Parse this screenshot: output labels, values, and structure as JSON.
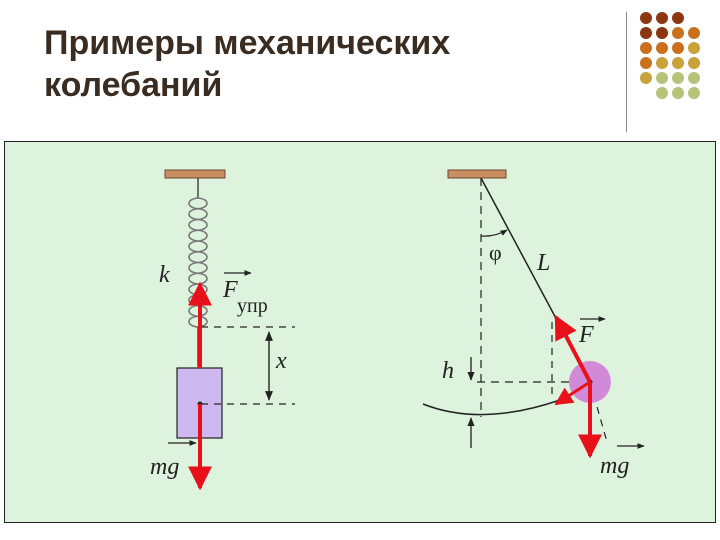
{
  "slide": {
    "title_line1": "Примеры механических",
    "title_line2": "колебаний"
  },
  "colors": {
    "title": "#3a2c20",
    "diagram_bg": "#ddf3dd",
    "force_arrow": "#e8111a",
    "ceiling": "#c98f62",
    "mass_block": "#cdb8f0",
    "pendulum_bob": "#d28ad8",
    "decor_dots": [
      "#8b3512",
      "#c9701c",
      "#c9a23c",
      "#b9c27a"
    ]
  },
  "spring_pendulum": {
    "label_k": "k",
    "label_F": "F",
    "label_F_sub": "упр",
    "label_x": "x",
    "label_mg": "mg"
  },
  "math_pendulum": {
    "label_phi": "φ",
    "label_L": "L",
    "label_F": "F",
    "label_h": "h",
    "label_mg": "mg"
  }
}
